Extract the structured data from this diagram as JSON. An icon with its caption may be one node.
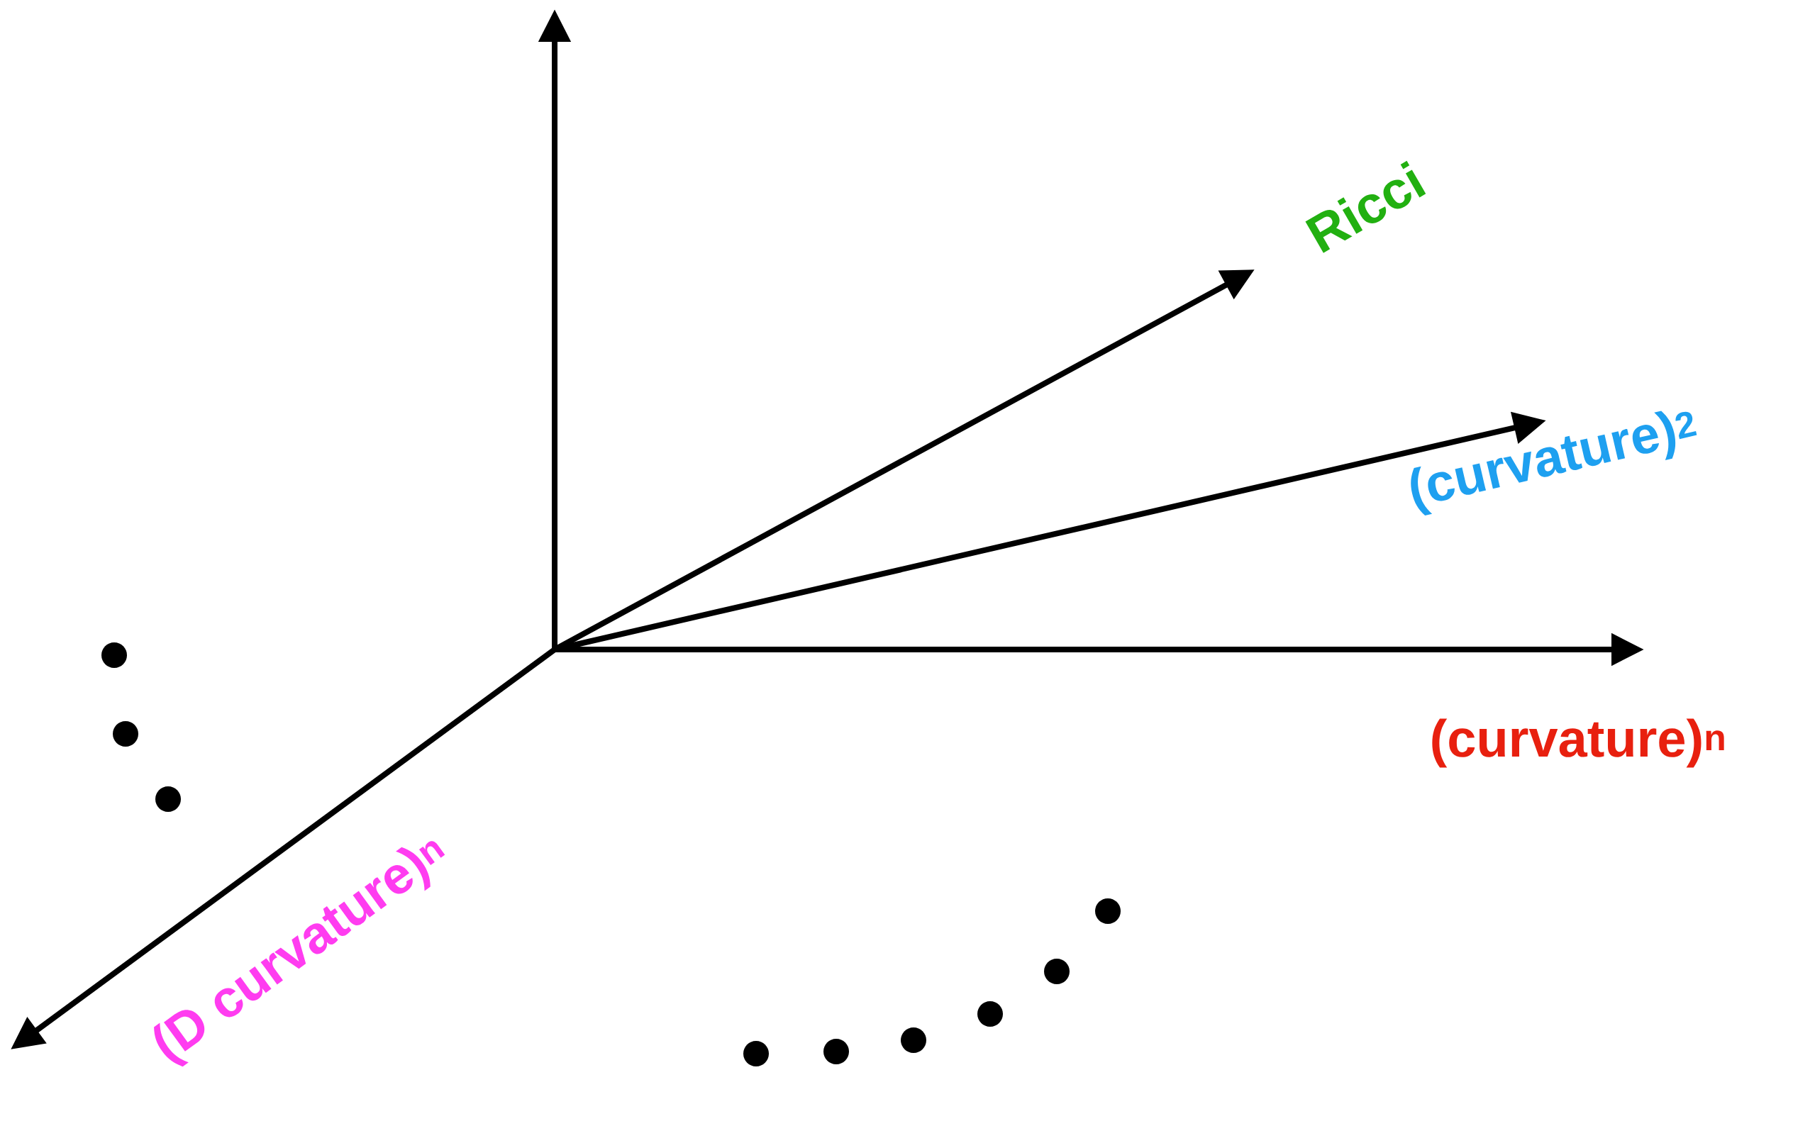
{
  "diagram": {
    "labels": [
      "Ricci",
      "(curvature)$^{2}$",
      "(curvature)$^{n}$",
      "(D curvature)$^{n}$"
    ]
  }
}
